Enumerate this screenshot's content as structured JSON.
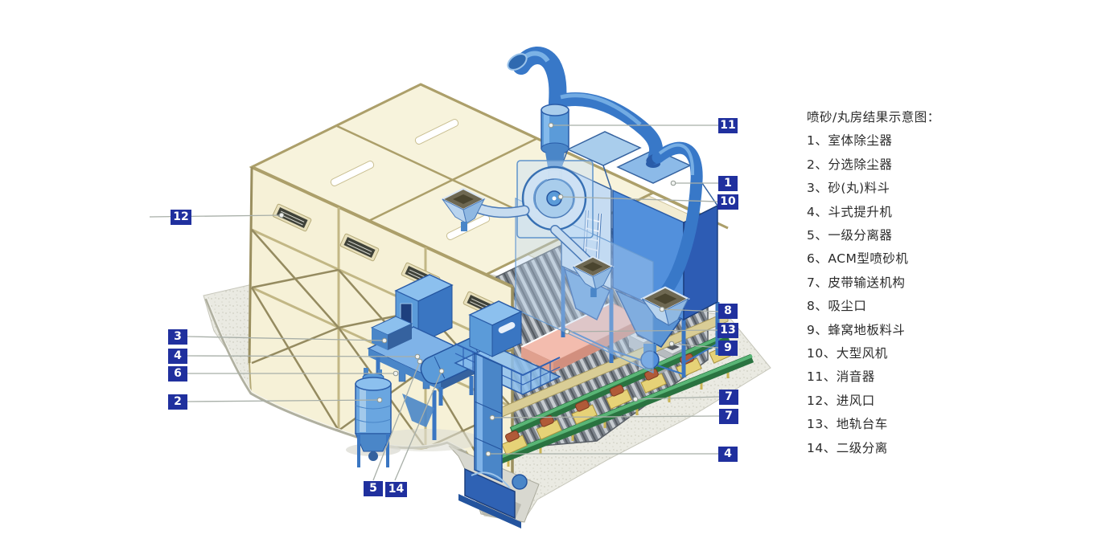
{
  "legend": {
    "title": "喷砂/丸房结果示意图：",
    "separator": "、",
    "items": [
      {
        "num": "1",
        "label": "室体除尘器"
      },
      {
        "num": "2",
        "label": "分选除尘器"
      },
      {
        "num": "3",
        "label": "砂(丸)料斗"
      },
      {
        "num": "4",
        "label": "斗式提升机"
      },
      {
        "num": "5",
        "label": "一级分离器"
      },
      {
        "num": "6",
        "label": "ACM型喷砂机"
      },
      {
        "num": "7",
        "label": "皮带输送机构"
      },
      {
        "num": "8",
        "label": "吸尘口"
      },
      {
        "num": "9",
        "label": "蜂窝地板料斗"
      },
      {
        "num": "10",
        "label": "大型风机"
      },
      {
        "num": "11",
        "label": "消音器"
      },
      {
        "num": "12",
        "label": "进风口"
      },
      {
        "num": "13",
        "label": "地轨台车"
      },
      {
        "num": "14",
        "label": "二级分离"
      }
    ]
  },
  "badges": [
    {
      "num": "11",
      "refers_to": "消音器"
    },
    {
      "num": "1",
      "refers_to": "室体除尘器"
    },
    {
      "num": "10",
      "refers_to": "大型风机"
    },
    {
      "num": "12",
      "refers_to": "进风口"
    },
    {
      "num": "8",
      "refers_to": "吸尘口"
    },
    {
      "num": "13",
      "refers_to": "地轨台车"
    },
    {
      "num": "9",
      "refers_to": "蜂窝地板料斗"
    },
    {
      "num": "3",
      "refers_to": "砂(丸)料斗"
    },
    {
      "num": "4",
      "refers_to": "斗式提升机"
    },
    {
      "num": "6",
      "refers_to": "ACM型喷砂机"
    },
    {
      "num": "2",
      "refers_to": "分选除尘器"
    },
    {
      "num": "7",
      "refers_to": "皮带输送机构"
    },
    {
      "num": "7",
      "refers_to": "皮带输送机构"
    },
    {
      "num": "4",
      "refers_to": "斗式提升机"
    },
    {
      "num": "5",
      "refers_to": "一级分离器"
    },
    {
      "num": "14",
      "refers_to": "二级分离"
    }
  ],
  "colors": {
    "badge_bg": "#20309e",
    "badge_text": "#ffffff",
    "leader_line": "#a8afa8",
    "building_cream": "#f6f1d7",
    "frame_tan": "#b5aa78",
    "equipment_blue": "#4a86c8",
    "equipment_blue_light": "#8cc0ee",
    "collector_blue": "#5290dc",
    "cart_pink": "#f3bcae",
    "conveyor_green": "#2a7340",
    "ground_gray": "#ecece6",
    "floor_gray": "#7b828a"
  }
}
